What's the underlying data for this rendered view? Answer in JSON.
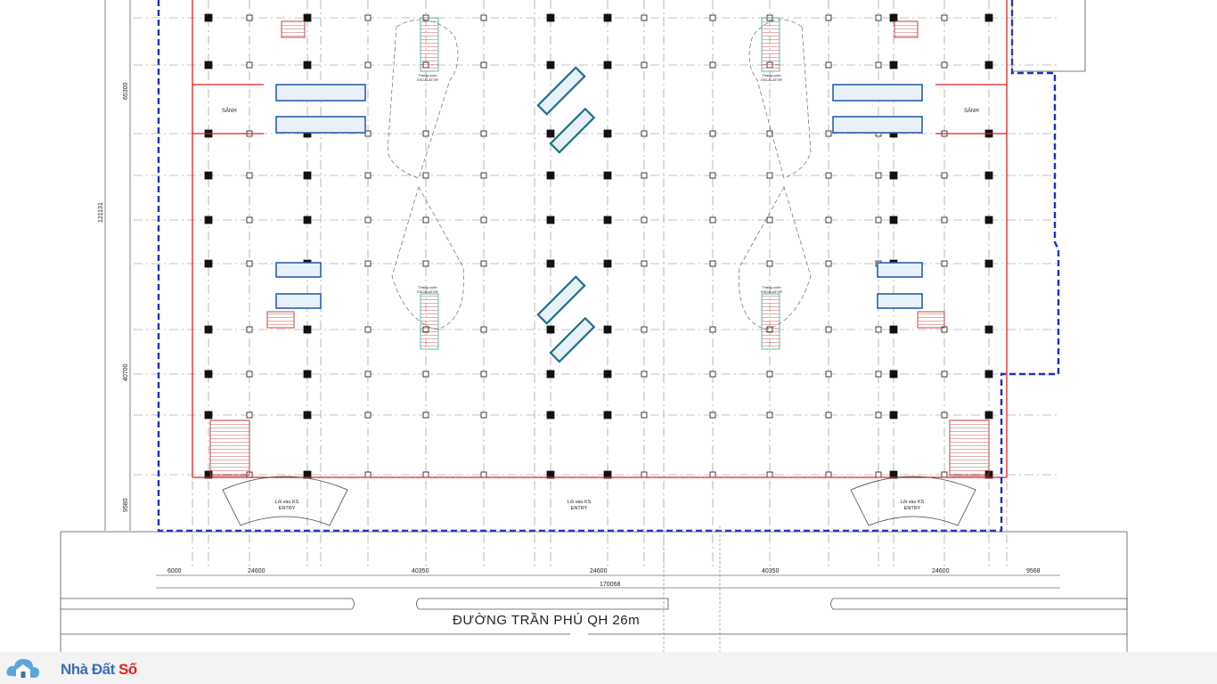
{
  "plan": {
    "street_name": "ĐƯỜNG TRẦN PHÚ QH 26m",
    "lobby_label": "SẢNH",
    "entry_line1": "Lối vào KS",
    "entry_line2": "ENTRY",
    "escalator_line1": "Thang cuốn",
    "escalator_line2": "ESCALATOR",
    "vertical_dims": [
      "65300",
      "121131",
      "40700",
      "9580"
    ],
    "bottom_dims": [
      "6000",
      "24600",
      "40350",
      "24600",
      "40350",
      "24600",
      "9568"
    ],
    "total_dim": "170068"
  },
  "brand": {
    "name_part1": "Nhà Đất ",
    "name_part2": "Số",
    "primary_color": "#3b6fb6",
    "accent_color": "#e0251b",
    "icon": "house-cloud-icon"
  }
}
